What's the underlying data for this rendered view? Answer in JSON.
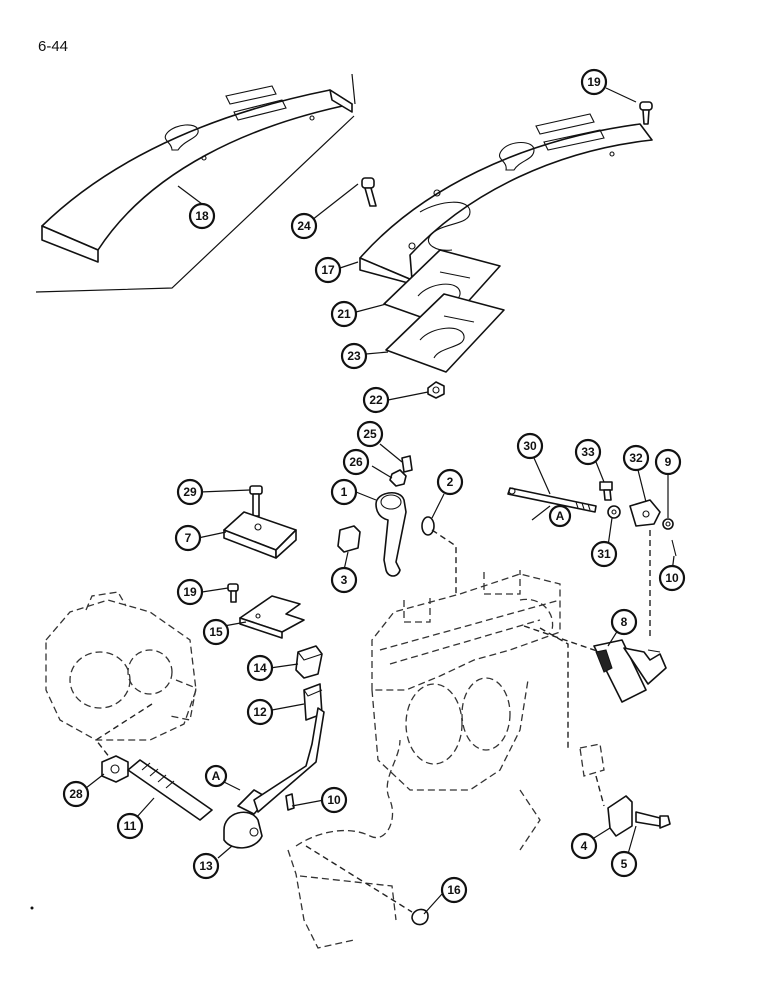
{
  "page_number": "6-44",
  "callouts": [
    {
      "id": "c1",
      "label": "1"
    },
    {
      "id": "c2",
      "label": "2"
    },
    {
      "id": "c3",
      "label": "3"
    },
    {
      "id": "c4",
      "label": "4"
    },
    {
      "id": "c5",
      "label": "5"
    },
    {
      "id": "c7",
      "label": "7"
    },
    {
      "id": "c8",
      "label": "8"
    },
    {
      "id": "c9",
      "label": "9"
    },
    {
      "id": "c10a",
      "label": "10"
    },
    {
      "id": "c10b",
      "label": "10"
    },
    {
      "id": "c11",
      "label": "11"
    },
    {
      "id": "c12",
      "label": "12"
    },
    {
      "id": "c13",
      "label": "13"
    },
    {
      "id": "c14",
      "label": "14"
    },
    {
      "id": "c15",
      "label": "15"
    },
    {
      "id": "c16",
      "label": "16"
    },
    {
      "id": "c17",
      "label": "17"
    },
    {
      "id": "c18",
      "label": "18"
    },
    {
      "id": "c19a",
      "label": "19"
    },
    {
      "id": "c19b",
      "label": "19"
    },
    {
      "id": "c21",
      "label": "21"
    },
    {
      "id": "c22",
      "label": "22"
    },
    {
      "id": "c23",
      "label": "23"
    },
    {
      "id": "c24",
      "label": "24"
    },
    {
      "id": "c25",
      "label": "25"
    },
    {
      "id": "c26",
      "label": "26"
    },
    {
      "id": "c28",
      "label": "28"
    },
    {
      "id": "c29",
      "label": "29"
    },
    {
      "id": "c30",
      "label": "30"
    },
    {
      "id": "c31",
      "label": "31"
    },
    {
      "id": "c32",
      "label": "32"
    },
    {
      "id": "c33",
      "label": "33"
    },
    {
      "id": "refA1",
      "label": "A"
    },
    {
      "id": "refA2",
      "label": "A"
    }
  ]
}
